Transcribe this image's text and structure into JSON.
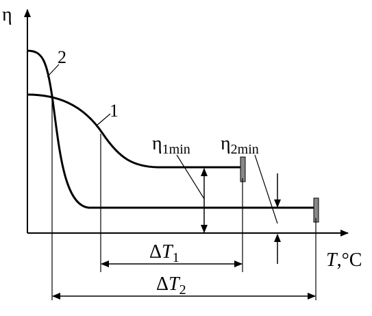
{
  "axes": {
    "y_label": "η",
    "x_label_italic": "T",
    "x_label_unit": ",°C"
  },
  "curves": [
    {
      "label": "1"
    },
    {
      "label": "2"
    }
  ],
  "annotations": {
    "eta1min": {
      "base": "η",
      "sub": "1min"
    },
    "eta2min": {
      "base": "η",
      "sub": "2min"
    },
    "dT1": {
      "prefix": "Δ",
      "var": "T",
      "sub": "1"
    },
    "dT2": {
      "prefix": "Δ",
      "var": "T",
      "sub": "2"
    }
  },
  "colors": {
    "line": "#000000",
    "marker": "#888888"
  }
}
